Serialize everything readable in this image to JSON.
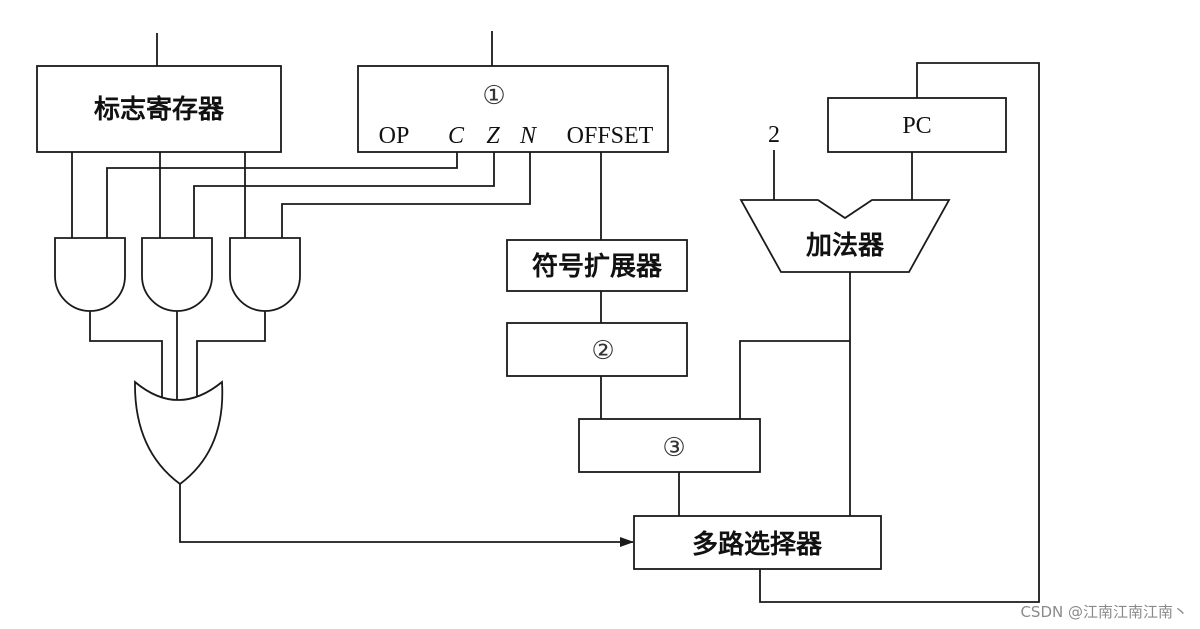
{
  "flag_register": {
    "label": "标志寄存器"
  },
  "instruction_register": {
    "marker": "①",
    "fields": {
      "op": "OP",
      "c": "C",
      "z": "Z",
      "n": "N",
      "offset": "OFFSET"
    }
  },
  "sign_extender": {
    "label": "符号扩展器"
  },
  "box_2": {
    "marker": "②"
  },
  "box_3": {
    "marker": "③"
  },
  "pc": {
    "label": "PC"
  },
  "adder": {
    "label": "加法器",
    "constant_input": "2"
  },
  "multiplexer": {
    "label": "多路选择器"
  },
  "watermark": "CSDN @江南江南江南丶"
}
